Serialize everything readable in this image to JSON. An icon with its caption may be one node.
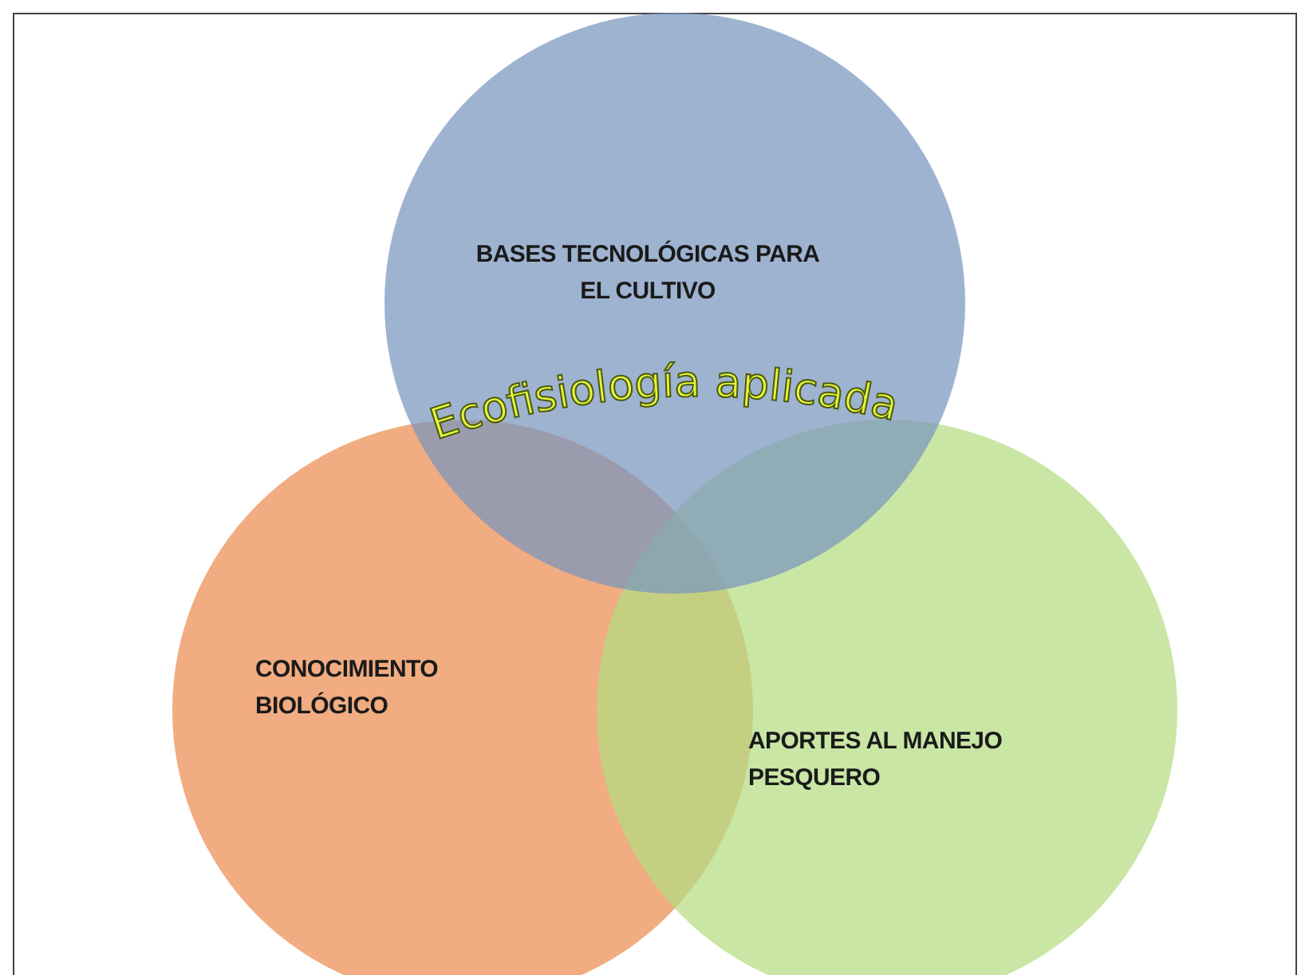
{
  "diagram": {
    "nodes": [
      {
        "text": [
          "BASES TECNOLÓGICAS PARA EL CULTIVO"
        ]
      },
      {
        "text": [
          "CONOCIMIENTO BIOLÓGICO"
        ]
      },
      {
        "text": [
          "APORTES AL MANEJO PESQUERO"
        ]
      }
    ],
    "labels": [
      "Ecofisiología aplicada"
    ]
  }
}
